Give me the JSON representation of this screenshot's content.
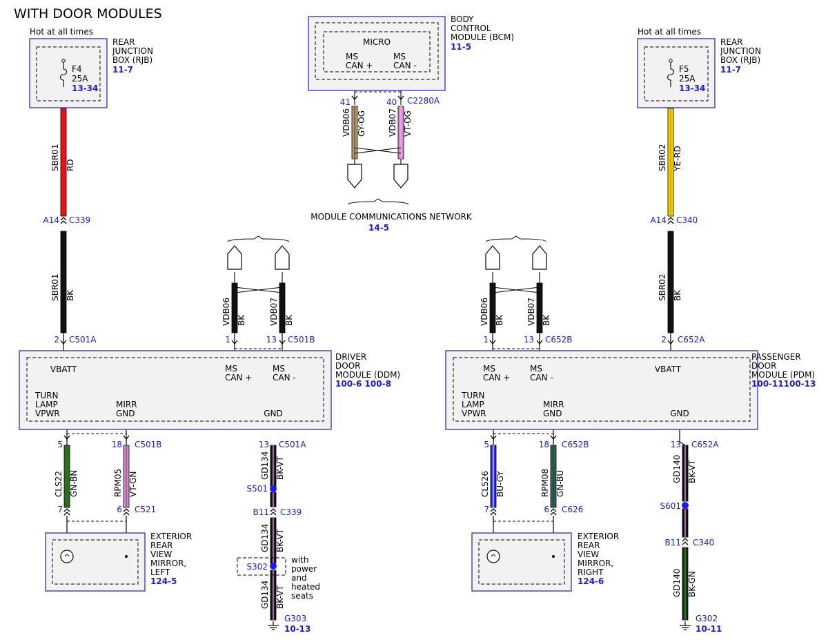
{
  "title": "WITH DOOR MODULES",
  "colors": {
    "module_border": "#3a3ad6",
    "module_fill": "#f2f2f2",
    "ref_text": "#1a1ae6",
    "splice_dot": "#1a1aff",
    "wire_rd": "#ee1111",
    "wire_bk": "#111111",
    "wire_ye_rd": "#f5d800",
    "wire_gn": "#2d6e1f",
    "wire_vt": "#d98ad0",
    "wire_bu": "#2222dd",
    "wire_og": "#c89a5a"
  },
  "rjb_left": {
    "hot_label": "Hot at all times",
    "title": [
      "REAR",
      "JUNCTION",
      "BOX (RJB)"
    ],
    "ref": "11-7",
    "fuse_name": "F4",
    "fuse_rating": "25A",
    "fuse_ref": "13-34"
  },
  "rjb_right": {
    "hot_label": "Hot at all times",
    "title": [
      "REAR",
      "JUNCTION",
      "BOX (RJB)"
    ],
    "ref": "11-7",
    "fuse_name": "F5",
    "fuse_rating": "25A",
    "fuse_ref": "13-34"
  },
  "bcm": {
    "title": [
      "BODY",
      "CONTROL",
      "MODULE (BCM)"
    ],
    "ref": "11-5",
    "micro": "MICRO",
    "pin1_label": [
      "MS",
      "CAN +"
    ],
    "pin2_label": [
      "MS",
      "CAN -"
    ],
    "pin1": "41",
    "pin2": "40",
    "connector": "C2280A",
    "wire1_circuit": "VDB06",
    "wire1_color": "GY-OG",
    "wire2_circuit": "VDB07",
    "wire2_color": "VT-OG",
    "network_label": "MODULE COMMUNICATIONS NETWORK",
    "network_ref": "14-5"
  },
  "left_feed": {
    "upper_circuit": "SBR01",
    "upper_color": "RD",
    "inline_pin": "A14",
    "inline_connector": "C339",
    "lower_circuit": "SBR01",
    "lower_color": "BK",
    "ddm_pin": "2",
    "ddm_connector": "C501A"
  },
  "right_feed": {
    "upper_circuit": "SBR02",
    "upper_color": "YE-RD",
    "inline_pin": "A14",
    "inline_connector": "C340",
    "lower_circuit": "SBR02",
    "lower_color": "BK",
    "pdm_pin": "2",
    "pdm_connector": "C652A"
  },
  "ddm": {
    "title": [
      "DRIVER",
      "DOOR",
      "MODULE (DDM)"
    ],
    "refs": "100-6 100-8",
    "vbatt": "VBATT",
    "can_plus": [
      "MS",
      "CAN +"
    ],
    "can_minus": [
      "MS",
      "CAN -"
    ],
    "turn": [
      "TURN",
      "LAMP",
      "VPWR"
    ],
    "mirr": [
      "MIRR",
      "GND"
    ],
    "gnd": "GND",
    "can_pin1": "1",
    "can_pin2": "13",
    "can_connector": "C501B",
    "can_wire1_circuit": "VDB06",
    "can_wire1_color": "BK",
    "can_wire2_circuit": "VDB07",
    "can_wire2_color": "BK",
    "turn_pin": "5",
    "mirr_pin": "18",
    "lower_connector": "C501B",
    "turn_circuit": "CLS22",
    "turn_color": "GN-BN",
    "mirr_circuit": "RPM05",
    "mirr_color": "VT-GN",
    "mirror_pin_turn": "7",
    "mirror_pin_mirr": "6",
    "mirror_connector": "C521",
    "gnd_pin": "13",
    "gnd_connector": "C501A",
    "gnd_circuit_1": "GD134",
    "gnd_color_1": "BK-VT",
    "splice_1": "S501",
    "inline_pin": "B11",
    "inline_connector": "C339",
    "gnd_circuit_2": "GD134",
    "gnd_color_2": "BK-VT",
    "splice_2": "S302",
    "splice_2_note": [
      "with",
      "power",
      "and",
      "heated",
      "seats"
    ],
    "gnd_circuit_3": "GD134",
    "gnd_color_3": "BK-VT",
    "ground": "G303",
    "ground_ref": "10-13"
  },
  "pdm": {
    "title": [
      "PASSENGER",
      "DOOR",
      "MODULE (PDM)"
    ],
    "refs": "100-11100-13",
    "vbatt": "VBATT",
    "can_plus": [
      "MS",
      "CAN +"
    ],
    "can_minus": [
      "MS",
      "CAN -"
    ],
    "turn": [
      "TURN",
      "LAMP",
      "VPWR"
    ],
    "mirr": [
      "MIRR",
      "GND"
    ],
    "gnd": "GND",
    "can_pin1": "1",
    "can_pin2": "13",
    "can_connector": "C652B",
    "can_wire1_circuit": "VDB06",
    "can_wire1_color": "BK",
    "can_wire2_circuit": "VDB07",
    "can_wire2_color": "BK",
    "turn_pin": "5",
    "mirr_pin": "18",
    "lower_connector": "C652B",
    "turn_circuit": "CLS26",
    "turn_color": "BU-GY",
    "mirr_circuit": "RPM08",
    "mirr_color": "GN-BU",
    "mirror_pin_turn": "7",
    "mirror_pin_mirr": "6",
    "mirror_connector": "C626",
    "gnd_pin": "13",
    "gnd_connector": "C652A",
    "gnd_circuit_1": "GD140",
    "gnd_color_1": "BK-VT",
    "splice_1": "S601",
    "inline_pin": "B11",
    "inline_connector": "C340",
    "gnd_circuit_2": "GD140",
    "gnd_color_2": "BK-GN",
    "ground": "G302",
    "ground_ref": "10-11"
  },
  "mirror_left": {
    "title": [
      "EXTERIOR",
      "REAR",
      "VIEW",
      "MIRROR,",
      "LEFT"
    ],
    "ref": "124-5"
  },
  "mirror_right": {
    "title": [
      "EXTERIOR",
      "REAR",
      "VIEW",
      "MIRROR,",
      "RIGHT"
    ],
    "ref": "124-6"
  }
}
